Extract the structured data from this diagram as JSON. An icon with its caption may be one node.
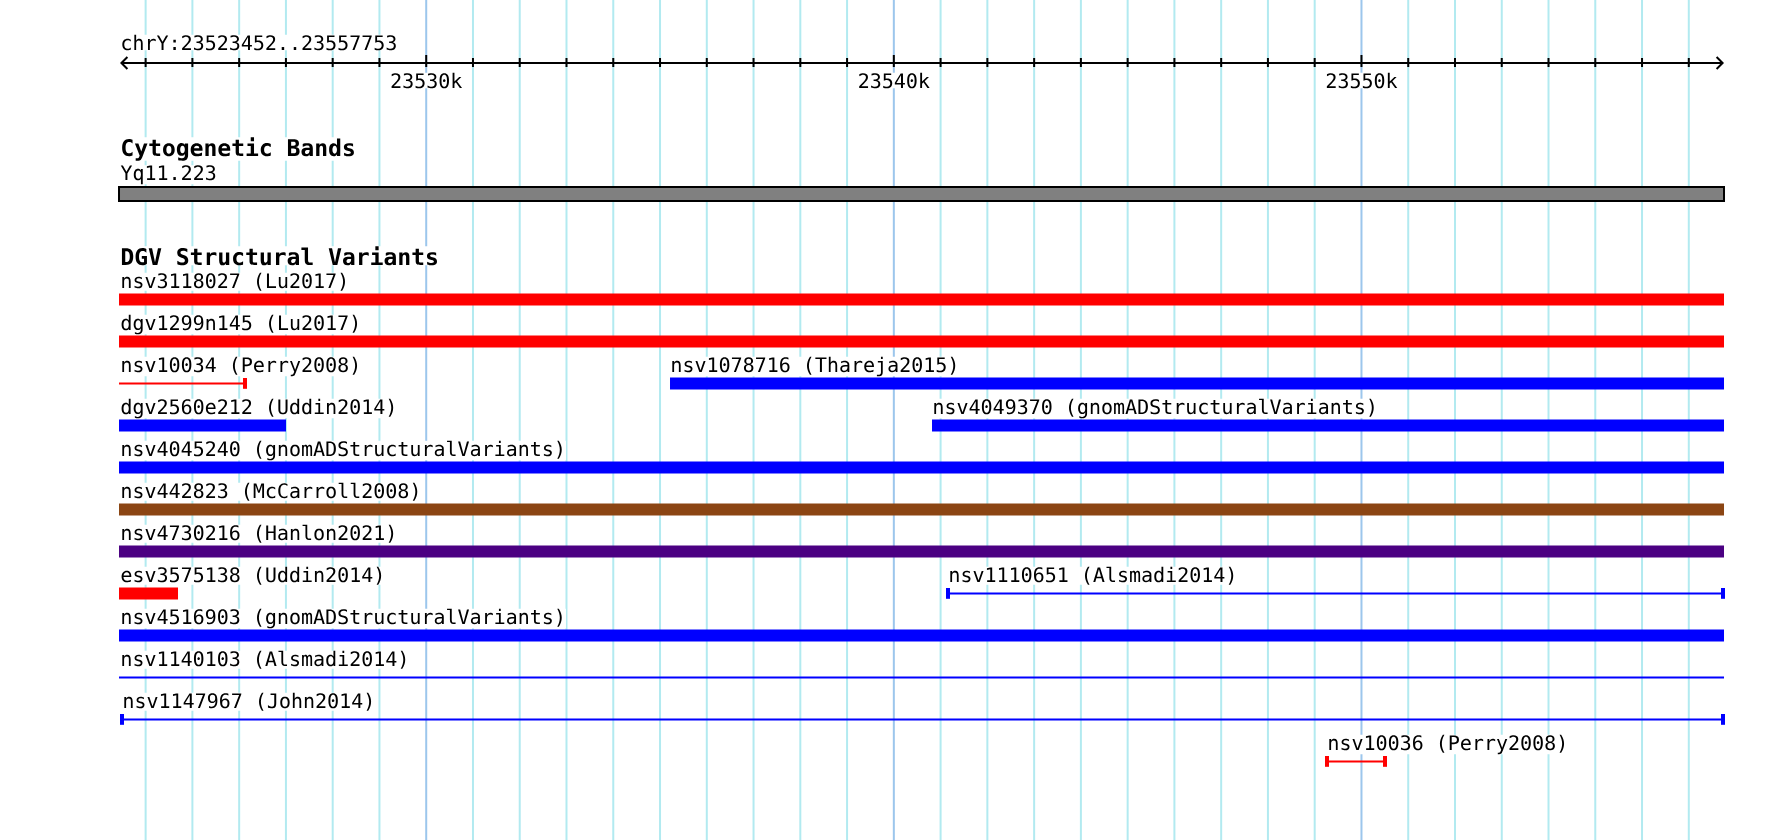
{
  "diagram": {
    "nodes": [
      {
        "text": [
          "Yq11.223"
        ]
      },
      {
        "text": [
          "nsv3118027 (Lu2017)"
        ]
      },
      {
        "text": [
          "dgv1299n145 (Lu2017)"
        ]
      },
      {
        "text": [
          "nsv10034 (Perry2008)"
        ]
      },
      {
        "text": [
          "nsv1078716 (Thareja2015)"
        ]
      },
      {
        "text": [
          "dgv2560e212 (Uddin2014)"
        ]
      },
      {
        "text": [
          "nsv4049370 (gnomADStructuralVariants)"
        ]
      },
      {
        "text": [
          "nsv4045240 (gnomADStructuralVariants)"
        ]
      },
      {
        "text": [
          "nsv442823 (McCarroll2008)"
        ]
      },
      {
        "text": [
          "nsv4730216 (Hanlon2021)"
        ]
      },
      {
        "text": [
          "esv3575138 (Uddin2014)"
        ]
      },
      {
        "text": [
          "nsv1110651 (Alsmadi2014)"
        ]
      },
      {
        "text": [
          "nsv4516903 (gnomADStructuralVariants)"
        ]
      },
      {
        "text": [
          "nsv1140103 (Alsmadi2014)"
        ]
      },
      {
        "text": [
          "nsv1147967 (John2014)"
        ]
      },
      {
        "text": [
          "nsv10036 (Perry2008)"
        ]
      }
    ],
    "labels": [
      "chrY:23523452..23557753",
      "23530k",
      "23540k",
      "23550k",
      "Cytogenetic Bands",
      "DGV Structural Variants"
    ]
  }
}
